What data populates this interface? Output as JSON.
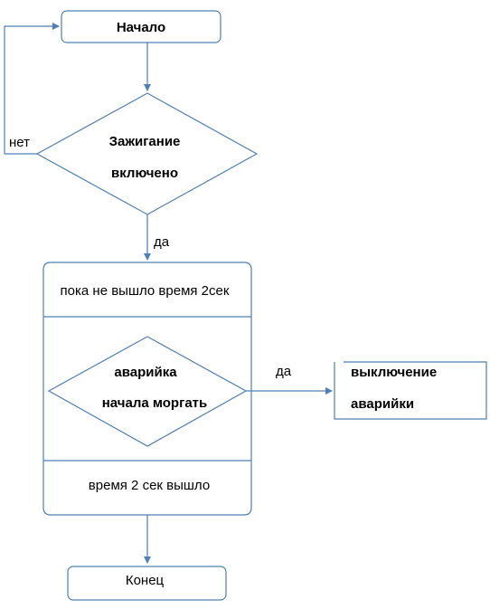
{
  "diagram": {
    "start_label": "Начало",
    "decision1": {
      "line1": "Зажигание",
      "line2": "включено",
      "no_label": "нет",
      "yes_label": "да"
    },
    "loop": {
      "top_label": "пока не вышло время 2сек",
      "bottom_label": "время 2 сек вышло"
    },
    "decision2": {
      "line1": "аварийка",
      "line2": "начала моргать",
      "yes_label": "да"
    },
    "action": {
      "line1": "выключение",
      "line2": "аварийки"
    },
    "end_label": "Конец"
  },
  "colors": {
    "stroke": "#4f7fb4",
    "text": "#000000",
    "background": "#ffffff"
  }
}
